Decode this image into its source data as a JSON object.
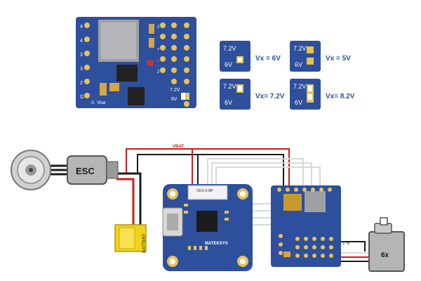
{
  "pcb_top": {
    "left_pins": [
      "4",
      "4",
      "3",
      "3",
      "2",
      "G",
      "G",
      "Vbat"
    ],
    "side_markers": [
      "2",
      "+",
      "-",
      "2"
    ],
    "voltage_label": "7.2V",
    "voltage_label2": "6V"
  },
  "jumpers": [
    {
      "top": "7.2V",
      "bottom": "6V",
      "result": "Vx = 6V"
    },
    {
      "top": "7.2V",
      "bottom": "6V",
      "result": "Vx = 5V"
    },
    {
      "top": "7.2V",
      "bottom": "6V",
      "result": "Vx= 7.2V"
    },
    {
      "top": "7.2V",
      "bottom": "6V",
      "result": "Vx= 8.2V"
    }
  ],
  "wiring": {
    "vbat_label": "VBAT",
    "esc_label": "ESC",
    "battery_label": "BATTERY",
    "connector_label": "SH1.0-8P",
    "fc_label": "MATEKSYS",
    "servo_label": "6x",
    "servo_range": "1~6"
  },
  "colors": {
    "pcb": "#2e4f9c",
    "pad": "#e7c255",
    "wire_red": "#d11a1a",
    "wire_black": "#1a1a1a",
    "wire_white": "#e6e6e6",
    "battery": "#f2d21a"
  }
}
